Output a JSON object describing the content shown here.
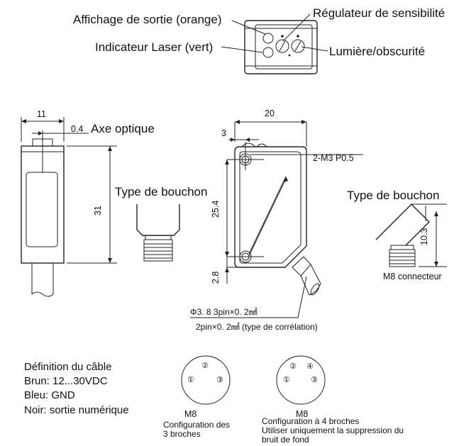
{
  "panel_labels": {
    "output_display": "Affichage de sortie (orange)",
    "laser_indicator": "Indicateur Laser (vert)",
    "sensitivity_adjuster": "Régulateur de sensibilité",
    "light_dark": "Lumière/obscurité"
  },
  "side_view": {
    "width": "11",
    "offset": "0.4",
    "optical_axis": "Axe optique",
    "height": "31"
  },
  "plug_left": {
    "label": "Type de bouchon"
  },
  "front_view": {
    "width": "20",
    "hole_offset": "3",
    "thread": "2-M3 P0.5",
    "hole_spacing": "25.4",
    "bottom_offset": "2.8",
    "cable_3pin": "Φ3. 8  3pin×0. 2㎟",
    "cable_2pin": "2pin×0. 2㎟ (type de corrélation)"
  },
  "plug_right": {
    "label": "Type de bouchon",
    "height": "10.3",
    "connector": "M8 connecteur"
  },
  "cable_def": {
    "title": "Définition du câble",
    "brown": "Brun: 12...30VDC",
    "blue": "Bleu:  GND",
    "black": "Noir: sortie numérique"
  },
  "connector_3pin": {
    "pins": [
      "①",
      "②",
      "③"
    ],
    "model": "M8",
    "caption1": "Configuration des",
    "caption2": "3 broches"
  },
  "connector_4pin": {
    "pins": [
      "①",
      "②",
      "③",
      "④"
    ],
    "model": "M8",
    "caption1": "Configuration à 4 broches",
    "caption2": "Utiliser uniquement la suppression du",
    "caption3": "bruit de fond"
  }
}
